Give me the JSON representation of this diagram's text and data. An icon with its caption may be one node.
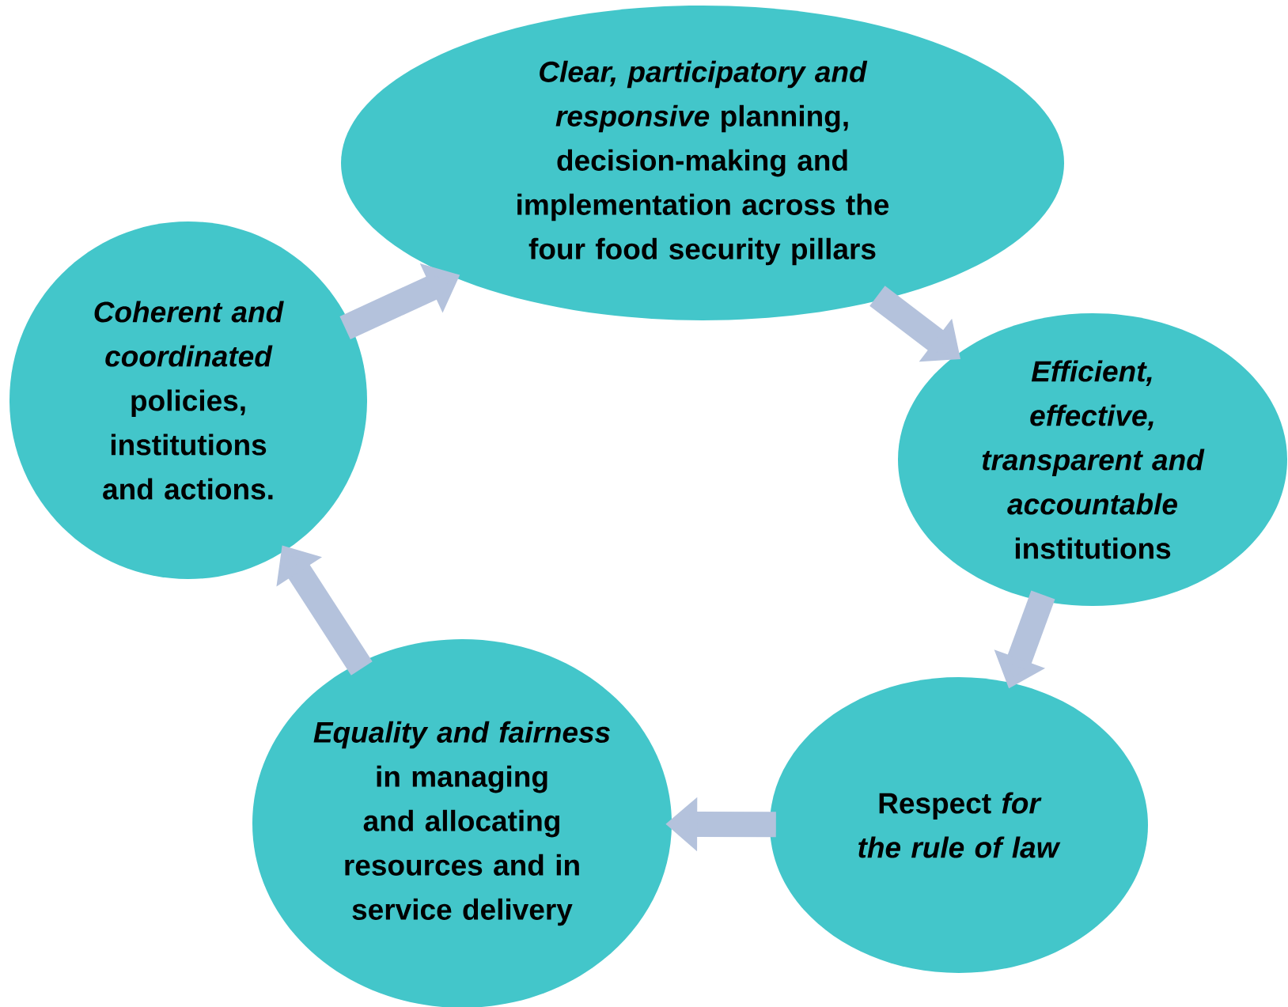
{
  "diagram": {
    "nodes": [
      {
        "text": [
          "*Clear, participatory and responsive* planning, decision-making and implementation across the four food security pillars"
        ]
      },
      {
        "text": [
          "*Efficient, effective, transparent and accountable* institutions"
        ]
      },
      {
        "text": [
          "Respect *for the rule of law*"
        ]
      },
      {
        "text": [
          "*Equality and fairness* in managing and allocating resources and in service delivery"
        ]
      },
      {
        "text": [
          "*Coherent and coordinated* policies, institutions and actions."
        ]
      }
    ],
    "edges": [
      {
        "from": 0,
        "to": 1,
        "arrow": "to"
      },
      {
        "from": 1,
        "to": 2,
        "arrow": "to"
      },
      {
        "from": 2,
        "to": 3,
        "arrow": "to"
      },
      {
        "from": 3,
        "to": 4,
        "arrow": "to"
      },
      {
        "from": 4,
        "to": 0,
        "arrow": "to"
      }
    ]
  }
}
